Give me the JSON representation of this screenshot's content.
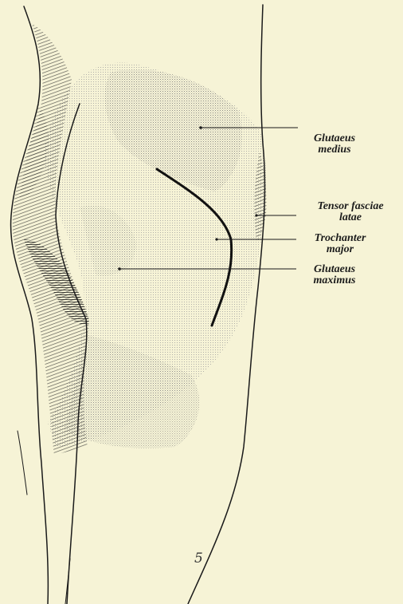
{
  "figure": {
    "background_color": "#f6f3d6",
    "ink_color": "#1c1c1c",
    "plate_number": "5",
    "labels": {
      "glutaeus_medius": [
        "Glutaeus",
        "medius"
      ],
      "tensor_fasciae_latae": [
        "Tensor fasciae",
        "latae"
      ],
      "trochanter_major": [
        "Trochanter",
        "major"
      ],
      "glutaeus_maximus": [
        "Glutaeus",
        "maximus"
      ]
    }
  }
}
